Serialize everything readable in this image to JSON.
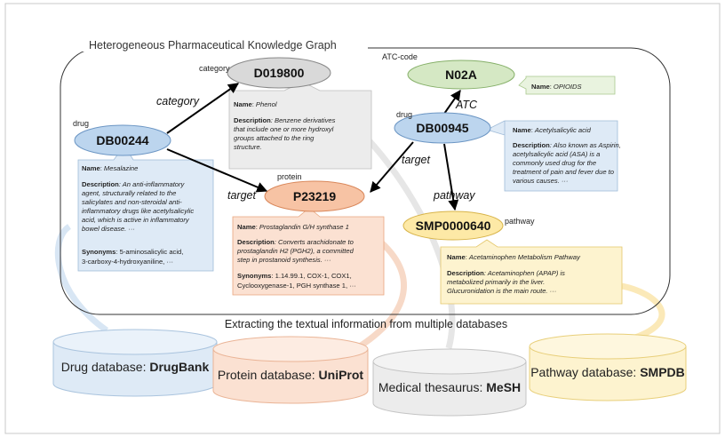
{
  "graph_title": "Heterogeneous Pharmaceutical Knowledge Graph",
  "extract_caption": "Extracting the textual information from multiple databases",
  "nodes": {
    "db00244": {
      "label": "DB00244",
      "type": "drug"
    },
    "d019800": {
      "label": "D019800",
      "type": "category"
    },
    "n02a": {
      "label": "N02A",
      "type": "ATC-code"
    },
    "db00945": {
      "label": "DB00945",
      "type": "drug"
    },
    "p23219": {
      "label": "P23219",
      "type": "protein"
    },
    "smp": {
      "label": "SMP0000640",
      "type": "pathway"
    }
  },
  "edges": {
    "category": "category",
    "target_left": "target",
    "target_right": "target",
    "atc": "ATC",
    "pathway": "pathway"
  },
  "cards": {
    "drug1": {
      "name_key": "Name",
      "name_val": "Mesalazine",
      "desc_key": "Description",
      "desc_lines": [
        ": An anti-inflammatory",
        "agent, structurally related to the",
        "salicylates and non-steroidal anti-",
        "inflammatory drugs like acetylsalicylic",
        "acid, which is active in inflammatory",
        "bowel disease. ···"
      ],
      "syn_key": "Synonyms",
      "syn_lines": [
        ": 5-aminosalicylic acid,",
        "3-carboxy-4-hydroxyaniline, ···"
      ]
    },
    "category": {
      "name_key": "Name",
      "name_val": "Phenol",
      "desc_key": "Description",
      "desc_lines": [
        ": Benzene derivatives",
        "that include one or more hydroxyl",
        "groups attached to the ring",
        "structure."
      ]
    },
    "atc": {
      "name_key": "Name",
      "name_val": "OPIOIDS"
    },
    "drug2": {
      "name_key": "Name",
      "name_val": "Acetylsalicylic acid",
      "desc_key": "Description",
      "desc_lines": [
        ": Also known as Aspirin,",
        "acetylsalicylic acid (ASA) is a",
        "commonly used drug for the",
        "treatment of pain and fever due to",
        "various causes. ···"
      ]
    },
    "protein": {
      "name_key": "Name",
      "name_val": "Prostaglandin G/H synthase 1",
      "desc_key": "Description",
      "desc_lines": [
        ": Converts arachidonate to",
        "prostaglandin H2 (PGH2), a committed",
        "step in prostanoid synthesis. ···"
      ],
      "syn_key": "Synonyms",
      "syn_lines": [
        ": 1.14.99.1, COX-1, COX1,",
        "Cyclooxygenase-1, PGH synthase 1, ···"
      ]
    },
    "pathway": {
      "name_key": "Name",
      "name_val": "Acetaminophen Metabolism Pathway",
      "desc_key": "Description",
      "desc_lines": [
        ": Acetaminophen (APAP) is",
        "metabolized primarily in the liver.",
        "Glucuronidation is the main route. ···"
      ]
    }
  },
  "databases": {
    "drugbank": {
      "prefix": "Drug database: ",
      "name": "DrugBank"
    },
    "uniprot": {
      "prefix": "Protein database: ",
      "name": "UniProt"
    },
    "mesh": {
      "prefix": "Medical thesaurus: ",
      "name": "MeSH"
    },
    "smpdb": {
      "prefix": "Pathway database: ",
      "name": "SMPDB"
    }
  },
  "colors": {
    "drug": "#bcd5ee",
    "drug_card": "#deeaf6",
    "category": "#d9d9d9",
    "category_card": "#ececec",
    "atc": "#d5e8c4",
    "atc_card": "#e9f3df",
    "protein": "#f7c3a4",
    "protein_card": "#fbe1d2",
    "pathway": "#fde9a6",
    "pathway_card": "#fdf3cf"
  }
}
